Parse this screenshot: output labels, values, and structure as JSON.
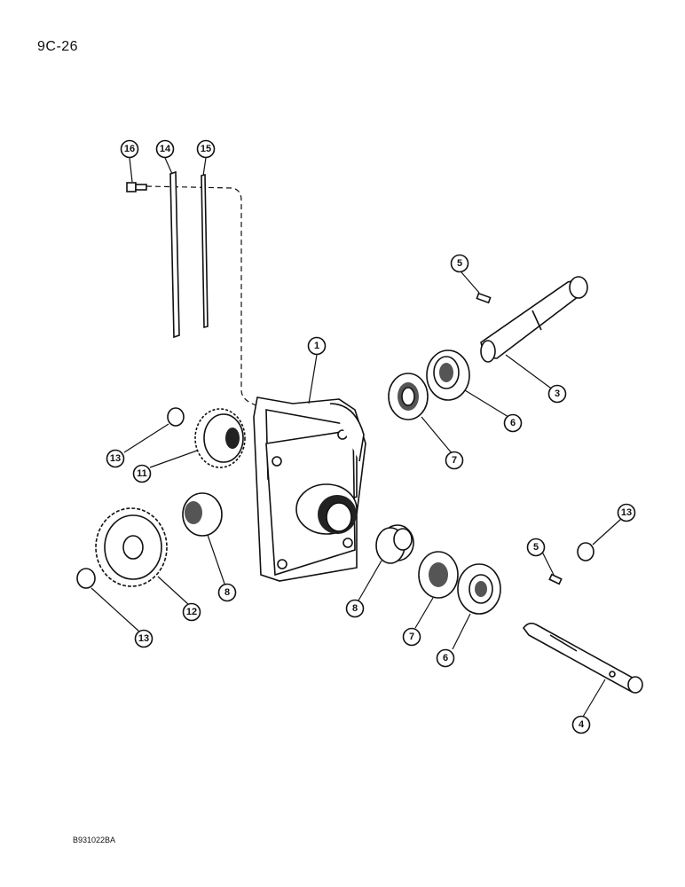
{
  "page": {
    "label": "9C-26",
    "figure_code": "B931022BA"
  },
  "callouts": [
    {
      "id": "c16",
      "label": "16"
    },
    {
      "id": "c14",
      "label": "14"
    },
    {
      "id": "c15",
      "label": "15"
    },
    {
      "id": "c5a",
      "label": "5"
    },
    {
      "id": "c1",
      "label": "1"
    },
    {
      "id": "c3",
      "label": "3"
    },
    {
      "id": "c6a",
      "label": "6"
    },
    {
      "id": "c7a",
      "label": "7"
    },
    {
      "id": "c13a",
      "label": "13"
    },
    {
      "id": "c11",
      "label": "11"
    },
    {
      "id": "c8a",
      "label": "8"
    },
    {
      "id": "c12",
      "label": "12"
    },
    {
      "id": "c13b",
      "label": "13"
    },
    {
      "id": "c13c",
      "label": "13"
    },
    {
      "id": "c5b",
      "label": "5"
    },
    {
      "id": "c8b",
      "label": "8"
    },
    {
      "id": "c7b",
      "label": "7"
    },
    {
      "id": "c6b",
      "label": "6"
    },
    {
      "id": "c4",
      "label": "4"
    }
  ]
}
